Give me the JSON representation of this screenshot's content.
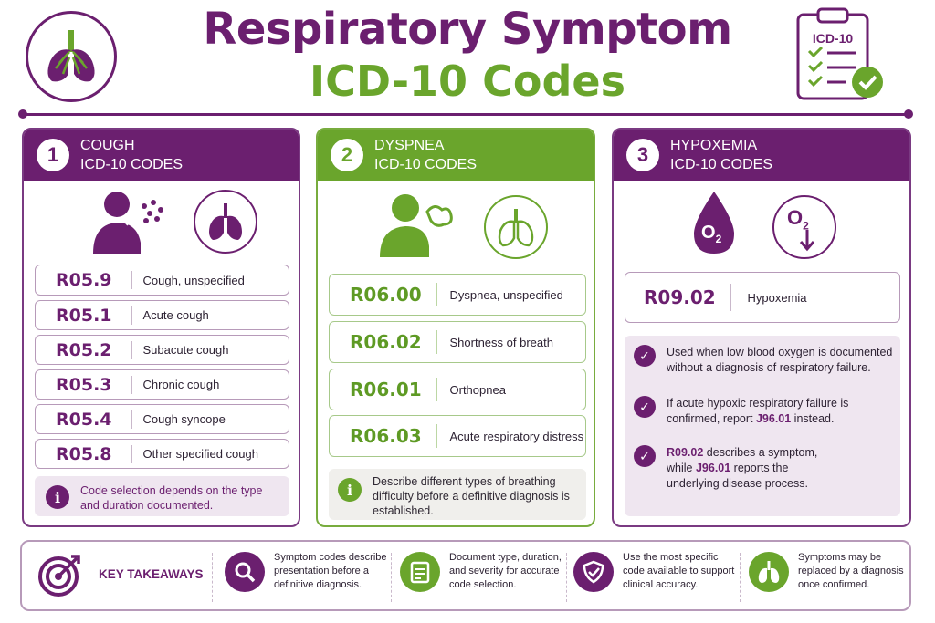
{
  "header": {
    "title_line1": "Respiratory Symptom",
    "title_line2": "ICD-10 Codes",
    "clipboard_label": "ICD-10"
  },
  "colors": {
    "purple": "#6b1f6f",
    "green": "#6aa52c"
  },
  "panels": [
    {
      "number": "1",
      "title_line1": "COUGH",
      "title_line2": "ICD-10 CODES",
      "icons": [
        "person-coughing-icon",
        "lungs-icon"
      ],
      "codes": [
        {
          "code": "R05.9",
          "desc": "Cough, unspecified"
        },
        {
          "code": "R05.1",
          "desc": "Acute cough"
        },
        {
          "code": "R05.2",
          "desc": "Subacute cough"
        },
        {
          "code": "R05.3",
          "desc": "Chronic cough"
        },
        {
          "code": "R05.4",
          "desc": "Cough syncope"
        },
        {
          "code": "R05.8",
          "desc": "Other specified cough"
        }
      ],
      "note": "Code selection depends on the type and duration documented."
    },
    {
      "number": "2",
      "title_line1": "DYSPNEA",
      "title_line2": "ICD-10 CODES",
      "icons": [
        "person-breathing-icon",
        "lungs-icon"
      ],
      "codes": [
        {
          "code": "R06.00",
          "desc": "Dyspnea, unspecified"
        },
        {
          "code": "R06.02",
          "desc": "Shortness of breath"
        },
        {
          "code": "R06.01",
          "desc": "Orthopnea"
        },
        {
          "code": "R06.03",
          "desc": "Acute respiratory distress"
        }
      ],
      "note": "Describe different types of breathing difficulty before a definitive diagnosis is established."
    },
    {
      "number": "3",
      "title_line1": "HYPOXEMIA",
      "title_line2": "ICD-10 CODES",
      "icons": [
        "oxygen-drop-icon",
        "oxygen-down-icon"
      ],
      "o2_label": "O",
      "o2_sub": "2",
      "codes": [
        {
          "code": "R09.02",
          "desc": "Hypoxemia"
        }
      ],
      "checks": [
        {
          "pre": "",
          "bold": "",
          "post": "Used when low blood oxygen is documented without a diagnosis of respiratory failure."
        },
        {
          "pre": "If acute hypoxic respiratory failure is confirmed, report ",
          "bold": "J96.01",
          "post": " instead."
        },
        {
          "pre": "",
          "bold": "R09.02",
          "post": " describes a symptom, while ",
          "bold2": "J96.01",
          "post2": " reports the underlying disease process."
        }
      ]
    }
  ],
  "takeaways": {
    "label": "KEY TAKEAWAYS",
    "items": [
      {
        "icon": "magnifier-icon",
        "text": "Symptom codes describe presentation before a definitive diagnosis."
      },
      {
        "icon": "checklist-icon",
        "text": "Document type, duration, and severity for accurate code selection."
      },
      {
        "icon": "shield-check-icon",
        "text": "Use the most specific code available to support clinical accuracy."
      },
      {
        "icon": "lungs-icon",
        "text": "Symptoms may be replaced by a diagnosis once confirmed."
      }
    ]
  }
}
